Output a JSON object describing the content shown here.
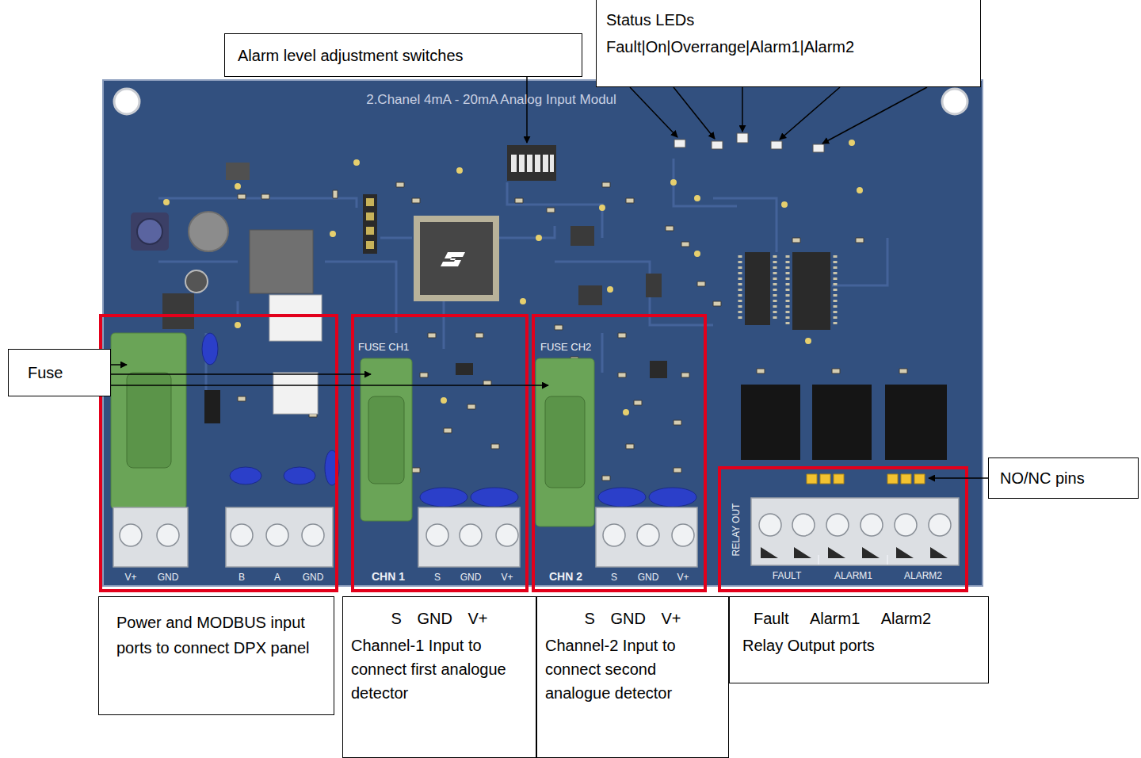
{
  "diagram": {
    "nodes": [
      {
        "text": [
          "Alarm level adjustment switches"
        ]
      },
      {
        "text": [
          "Status LEDs",
          "Fault|On|Overrange|Alarm1|Alarm2"
        ]
      },
      {
        "text": [
          "Fuse"
        ]
      },
      {
        "text": [
          "NO/NC pins"
        ]
      },
      {
        "text": [
          "Power and MODBUS input ports to connect DPX panel"
        ]
      },
      {
        "text": [
          "S GND V+",
          "Channel-1 Input to connect first analogue detector"
        ]
      },
      {
        "text": [
          "S GND V+",
          "Channel-2 Input to connect second analogue detector"
        ]
      },
      {
        "text": [
          "Fault Alarm1 Alarm2",
          "Relay Output ports"
        ]
      }
    ],
    "labels": [
      "2.Chanel 4mA - 20mA Analog Input Modul",
      "FUSE CH1",
      "FUSE CH2",
      "V+",
      "GND",
      "B",
      "A",
      "GND",
      "CHN 1",
      "S",
      "GND",
      "V+",
      "CHN 2",
      "S",
      "GND",
      "V+",
      "RELAY OUT",
      "FAULT",
      "ALARM1",
      "ALARM2"
    ]
  }
}
